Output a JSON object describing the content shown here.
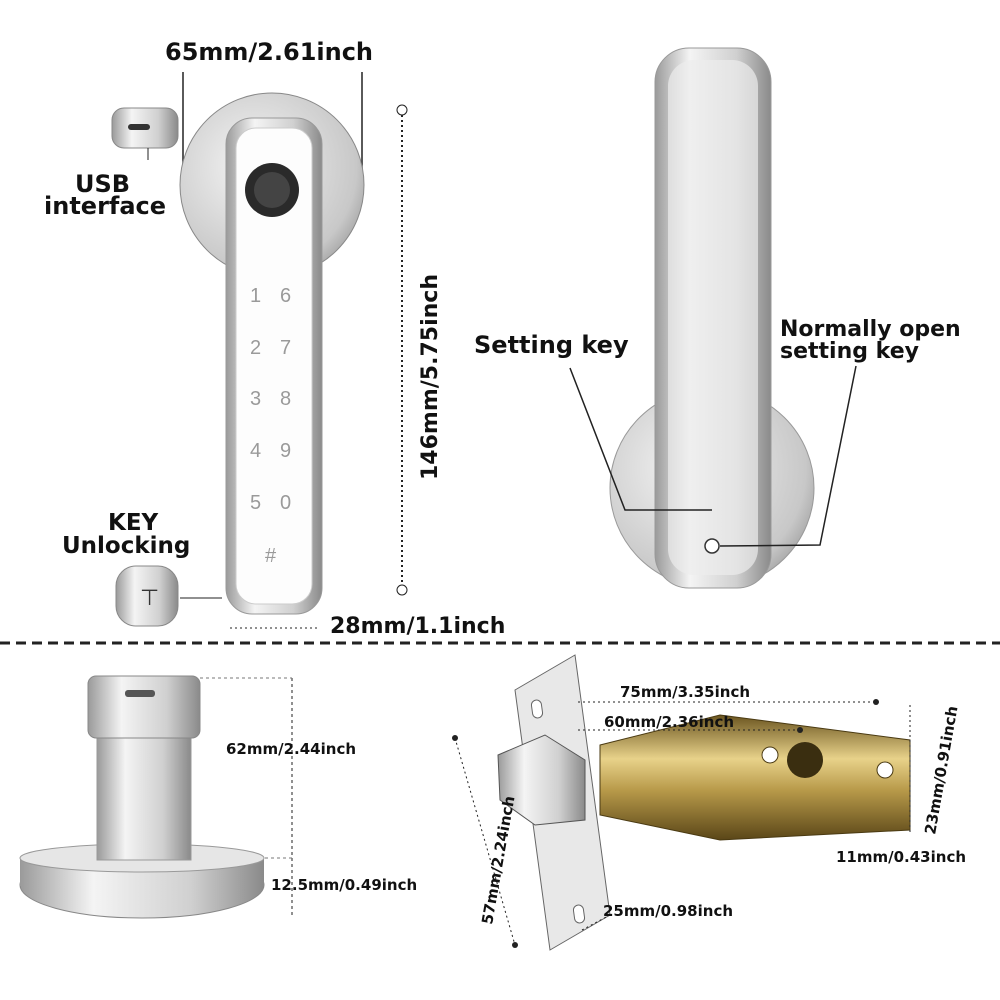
{
  "front_view": {
    "width_label": "65mm/2.61inch",
    "usb_label_line1": "USB",
    "usb_label_line2": "interface",
    "height_label": "146mm/5.75inch",
    "key_label_line1": "KEY",
    "key_label_line2": "Unlocking",
    "depth_label": "28mm/1.1inch",
    "keypad": [
      "1",
      "6",
      "2",
      "7",
      "3",
      "8",
      "4",
      "9",
      "5",
      "0",
      "#"
    ]
  },
  "back_view": {
    "setting_key_label": "Setting key",
    "normally_open_line1": "Normally open",
    "normally_open_line2": "setting key"
  },
  "knob_view": {
    "height_label": "62mm/2.44inch",
    "base_label": "12.5mm/0.49inch"
  },
  "latch_view": {
    "total_length_label": "75mm/3.35inch",
    "body_length_label": "60mm/2.36inch",
    "diameter_label": "23mm/0.91inch",
    "bolt_label": "11mm/0.43inch",
    "plate_height_label": "57mm/2.24inch",
    "plate_width_label": "25mm/0.98inch"
  },
  "colors": {
    "brass": "#b89a4a",
    "chrome": "#d8d8d8",
    "text": "#111111"
  }
}
